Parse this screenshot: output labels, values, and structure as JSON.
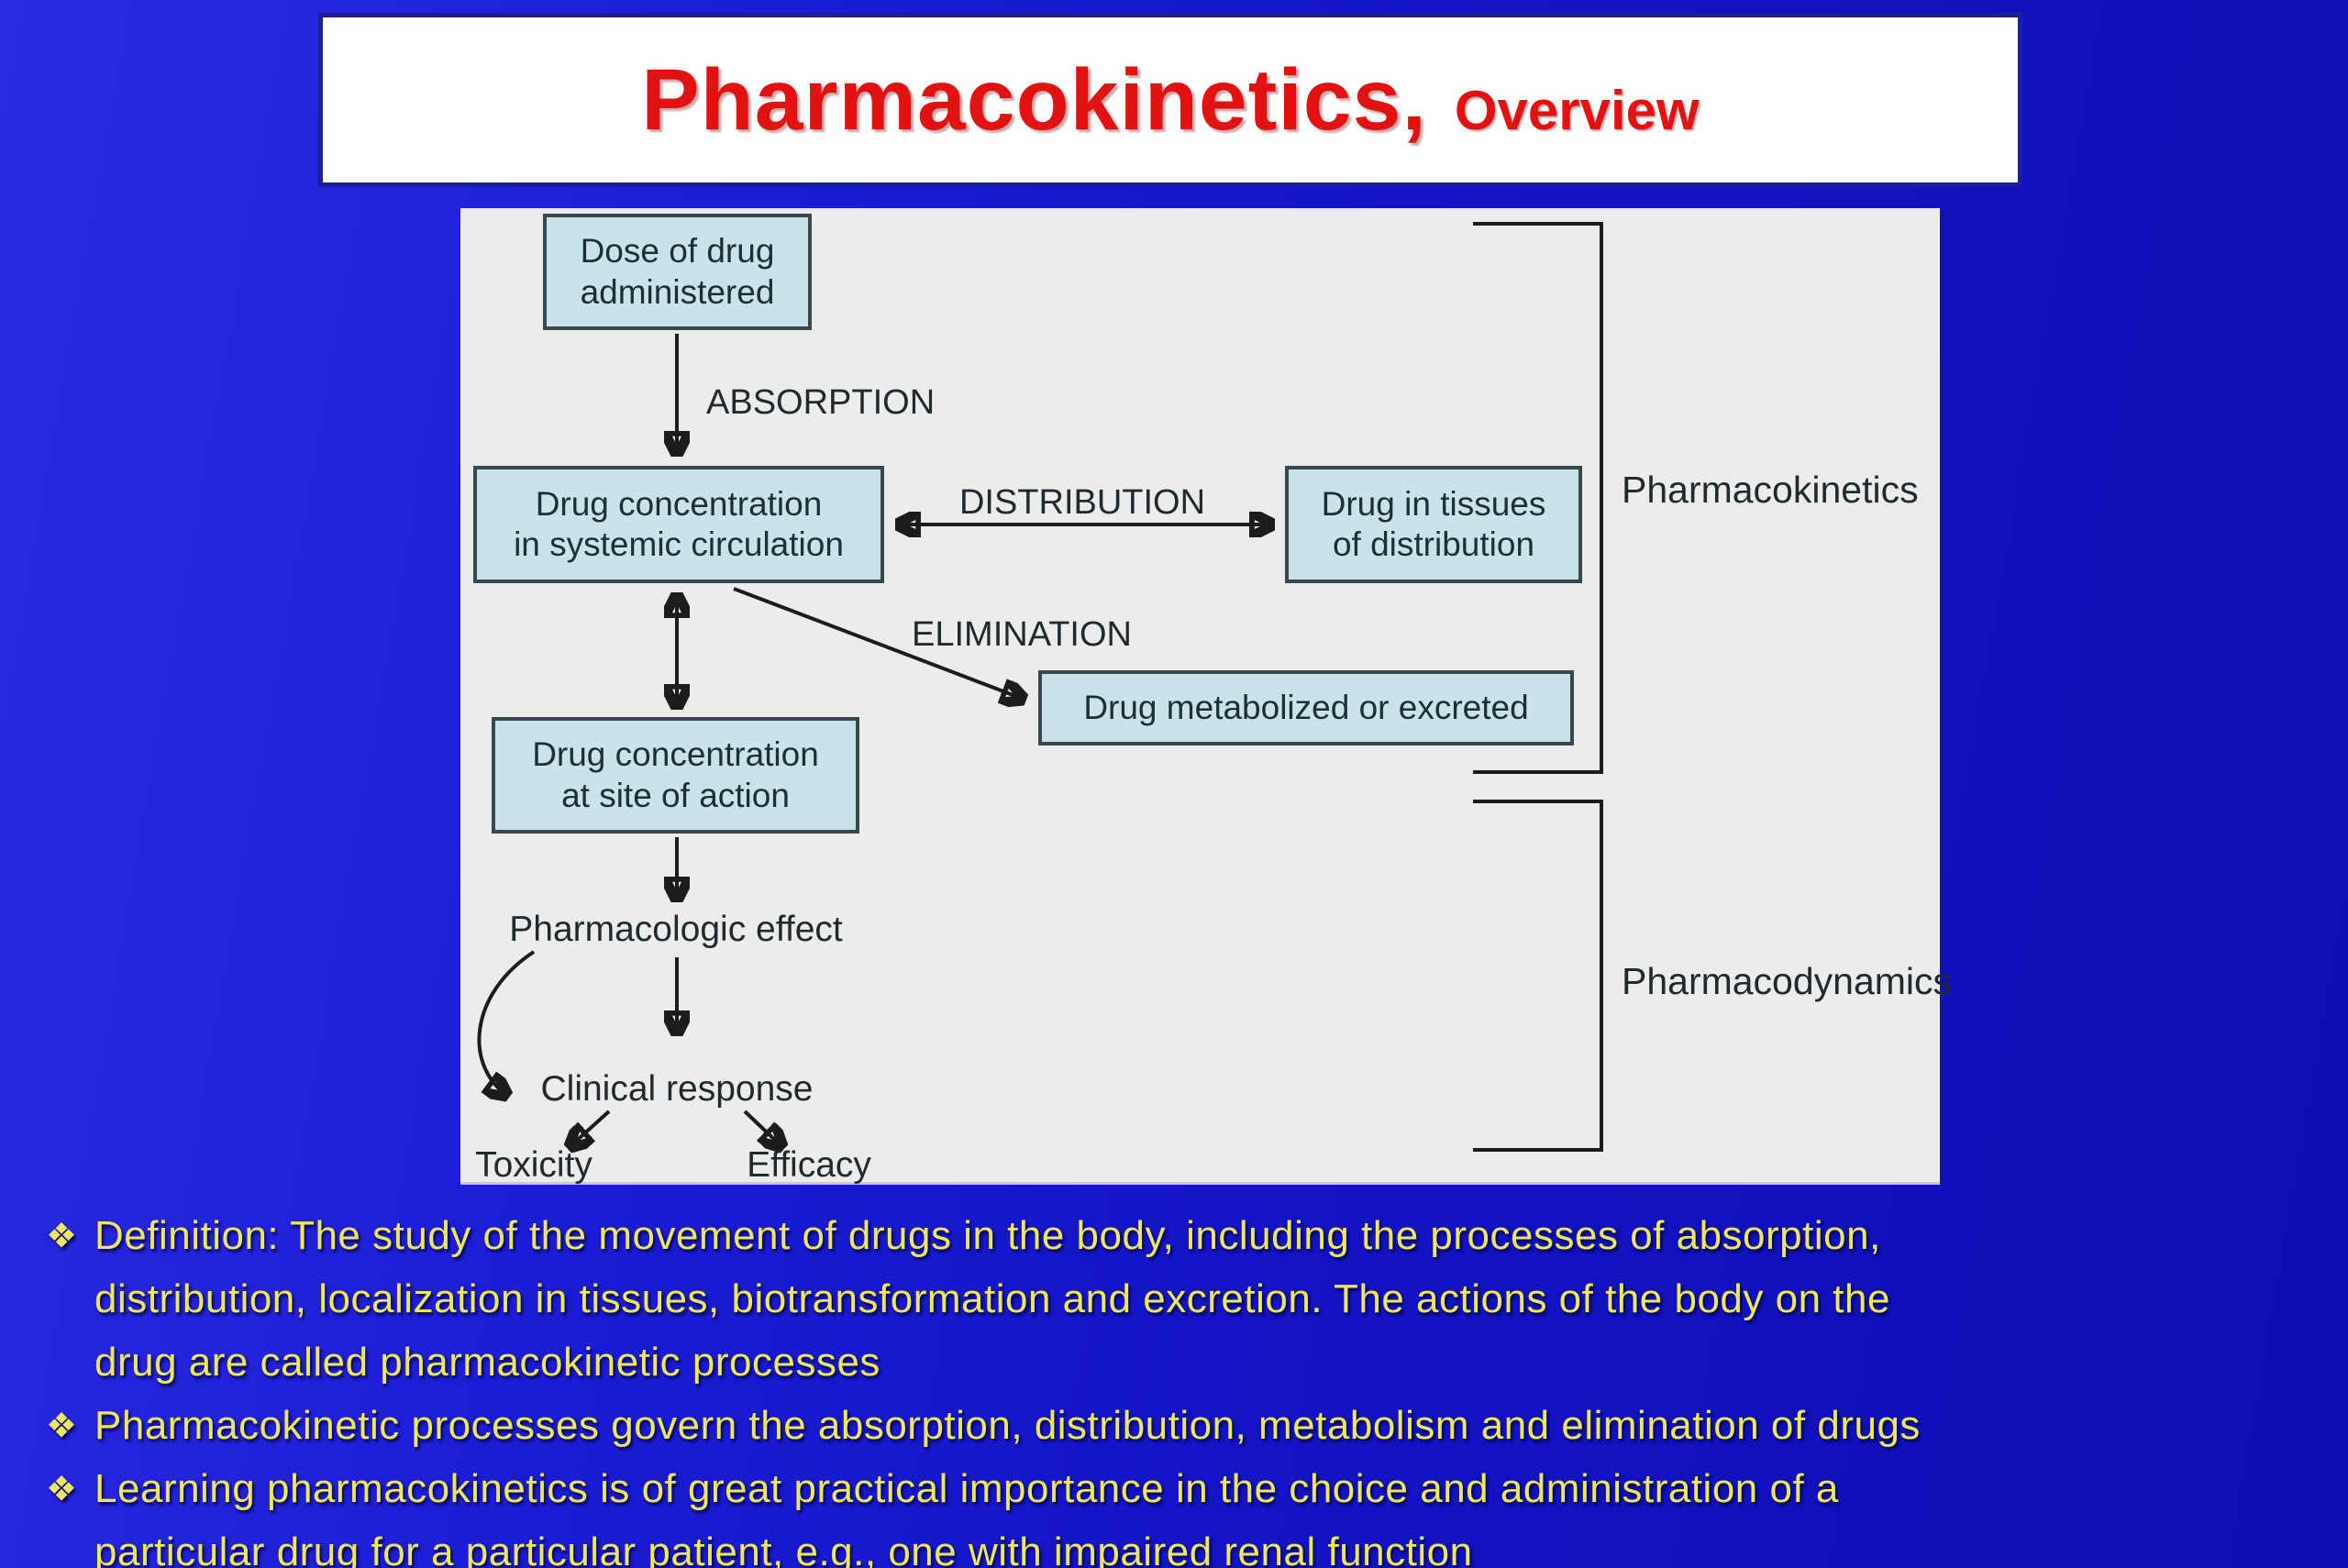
{
  "title": {
    "main": "Pharmacokinetics,",
    "sub": "Overview"
  },
  "colors": {
    "background_blue_light": "#2b2be4",
    "background_blue": "#1414c6",
    "background_blue_dark": "#0e0eb2",
    "banner_bg": "#ffffff",
    "title_red": "#e11212",
    "panel_gray": "#ececea",
    "box_fill": "#c9e3eb",
    "box_border": "#3a474c",
    "diagram_ink": "#1c1c1c",
    "bullet_yellow": "#ede75e"
  },
  "diagram": {
    "boxes": {
      "dose": {
        "line1": "Dose of drug",
        "line2": "administered"
      },
      "systemic": {
        "line1": "Drug concentration",
        "line2": "in systemic circulation"
      },
      "tissues": {
        "line1": "Drug in tissues",
        "line2": "of distribution"
      },
      "metabolized": {
        "line1": "Drug metabolized or excreted"
      },
      "site": {
        "line1": "Drug concentration",
        "line2": "at site of action"
      }
    },
    "process_labels": {
      "absorption": "ABSORPTION",
      "distribution": "DISTRIBUTION",
      "elimination": "ELIMINATION"
    },
    "flow_labels": {
      "pharmacologic_effect": "Pharmacologic effect",
      "clinical_response": "Clinical response",
      "toxicity": "Toxicity",
      "efficacy": "Efficacy"
    },
    "bracket_labels": {
      "pharmacokinetics": "Pharmacokinetics",
      "pharmacodynamics": "Pharmacodynamics"
    }
  },
  "bullets": [
    {
      "marker": "❖",
      "lines": [
        "Definition: The study of the movement of drugs in the body, including the processes of absorption,",
        "distribution, localization in tissues, biotransformation and excretion. The actions of the body on the",
        "drug are called pharmacokinetic processes"
      ]
    },
    {
      "marker": "❖",
      "lines": [
        "Pharmacokinetic processes govern the absorption, distribution, metabolism and elimination of drugs"
      ]
    },
    {
      "marker": "❖",
      "lines": [
        "Learning pharmacokinetics is of great practical importance in the choice and administration of a",
        "particular drug for a particular patient, e.g., one with impaired renal function"
      ]
    }
  ]
}
